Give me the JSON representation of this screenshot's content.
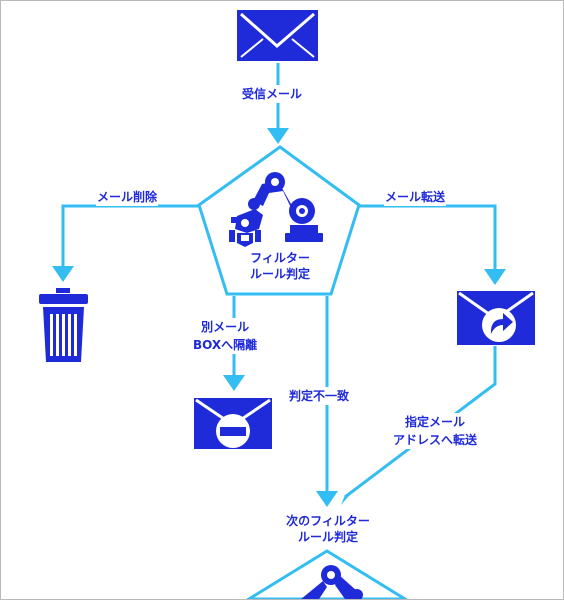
{
  "colors": {
    "connector": "#33bdf2",
    "icon": "#1f2ad9",
    "text": "#1f2ad9",
    "background": "#ffffff"
  },
  "nodes": {
    "incoming_mail": {
      "icon": "envelope-icon"
    },
    "filter_rule": {
      "icon": "robot-arm-icon",
      "line1": "フィルター",
      "line2": "ルール判定"
    },
    "trash": {
      "icon": "trash-can-icon"
    },
    "forward_mail": {
      "icon": "envelope-forward-icon"
    },
    "isolate_box": {
      "icon": "envelope-blocked-icon"
    },
    "next_filter": {
      "icon": "robot-arm-icon",
      "line1": "次のフィルター",
      "line2": "ルール判定"
    }
  },
  "edges": {
    "incoming": "受信メール",
    "delete": "メール削除",
    "forward": "メール転送",
    "isolate_line1": "別メール",
    "isolate_line2": "BOXへ隔離",
    "no_match": "判定不一致",
    "forward_to_line1": "指定メール",
    "forward_to_line2": "アドレスへ転送"
  }
}
